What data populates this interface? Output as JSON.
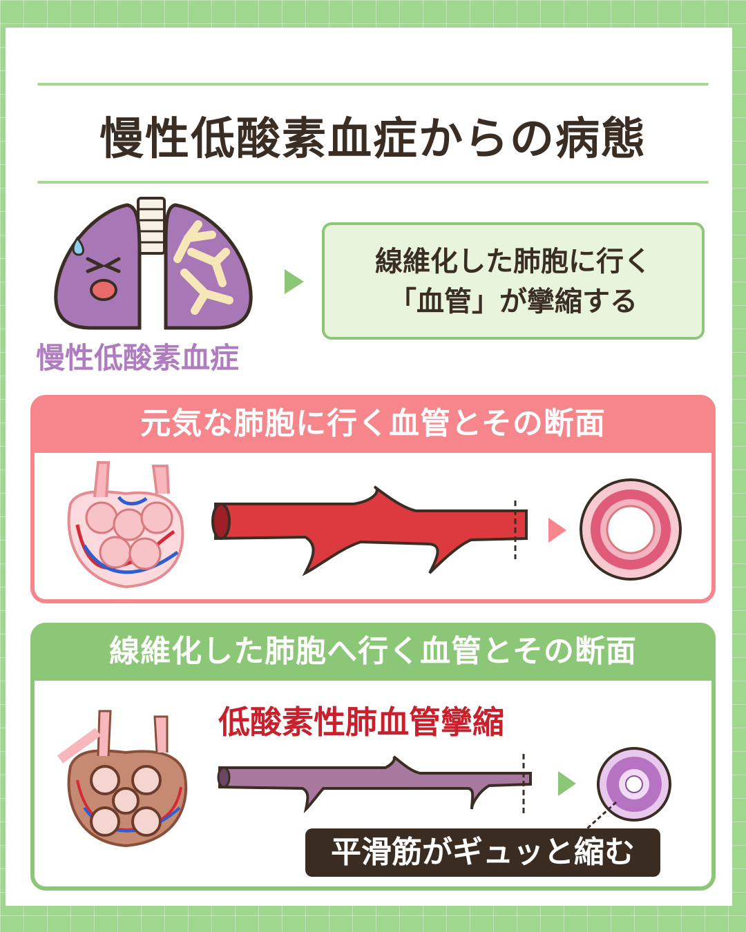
{
  "title": "慢性低酸素血症からの病態",
  "lung_label": "慢性低酸素血症",
  "callout": {
    "line1": "線維化した肺胞に行く",
    "line2": "「血管」が攣縮する"
  },
  "healthy_panel": {
    "heading": "元気な肺胞に行く血管とその断面"
  },
  "fibrosis_panel": {
    "heading": "線維化した肺胞へ行く血管とその断面",
    "condition": "低酸素性肺血管攣縮",
    "note": "平滑筋がギュッと縮む"
  },
  "colors": {
    "background": "#9fd88e",
    "accent_green": "#8cc778",
    "accent_pink": "#f7868c",
    "title_brown": "#3a2e24",
    "lung_purple": "#b07cc0",
    "condition_red": "#c8202c"
  },
  "icons": [
    "sad-lung-icon",
    "healthy-alveoli-icon",
    "healthy-vessel-icon",
    "healthy-cross-section-icon",
    "fibrotic-alveoli-icon",
    "constricted-vessel-icon",
    "constricted-cross-section-icon"
  ]
}
